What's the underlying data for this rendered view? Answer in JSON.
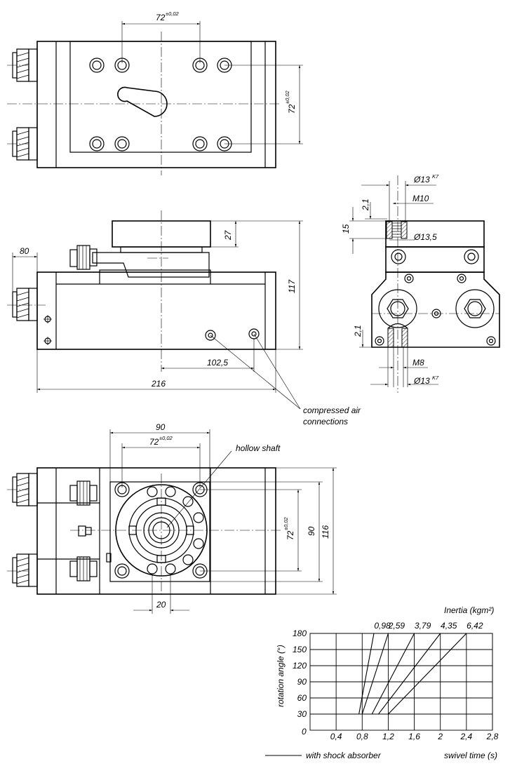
{
  "dimensions": {
    "top_width": "72",
    "top_width_tol": "±0,02",
    "top_height": "72",
    "top_height_tol": "±0,02",
    "side_height_27": "27",
    "side_height_117": "117",
    "side_80": "80",
    "side_102_5": "102,5",
    "side_216": "216",
    "end_d13_top": "Ø13",
    "end_d13_top_fit": "K7",
    "end_m10": "M10",
    "end_2_1_top": "2,1",
    "end_15": "15",
    "end_d13_5": "Ø13,5",
    "end_2_1_bottom": "2,1",
    "end_m8": "M8",
    "end_d13_bottom": "Ø13",
    "end_d13_bottom_fit": "K7",
    "bottom_90_w": "90",
    "bottom_72_w": "72",
    "bottom_72_w_tol": "±0,02",
    "bottom_72_h": "72",
    "bottom_72_h_tol": "±0,02",
    "bottom_90_h": "90",
    "bottom_116": "116",
    "bottom_20": "20"
  },
  "labels": {
    "compressed_air_1": "compressed air",
    "compressed_air_2": "connections",
    "hollow_shaft": "hollow shaft"
  },
  "chart_data": {
    "type": "line",
    "title": "Inertia (kgm²)",
    "xlabel": "swivel time (s)",
    "ylabel": "rotation angle (°)",
    "legend": "with shock absorber",
    "x_ticks": [
      "0,4",
      "0,8",
      "1,2",
      "1,6",
      "2",
      "2,4",
      "2,8"
    ],
    "y_ticks": [
      "30",
      "60",
      "90",
      "120",
      "150",
      "180"
    ],
    "origin_label": "0",
    "xlim": [
      0,
      2.8
    ],
    "ylim": [
      0,
      180
    ],
    "grid": true,
    "series": [
      {
        "name": "0,98",
        "x": [
          0.75,
          0.98
        ],
        "y": [
          30,
          180
        ]
      },
      {
        "name": "2,59",
        "x": [
          0.8,
          1.2
        ],
        "y": [
          30,
          180
        ]
      },
      {
        "name": "3,79",
        "x": [
          0.95,
          1.6
        ],
        "y": [
          30,
          180
        ]
      },
      {
        "name": "4,35",
        "x": [
          1.05,
          2.0
        ],
        "y": [
          30,
          180
        ]
      },
      {
        "name": "6,42",
        "x": [
          1.2,
          2.4
        ],
        "y": [
          30,
          180
        ]
      }
    ]
  }
}
